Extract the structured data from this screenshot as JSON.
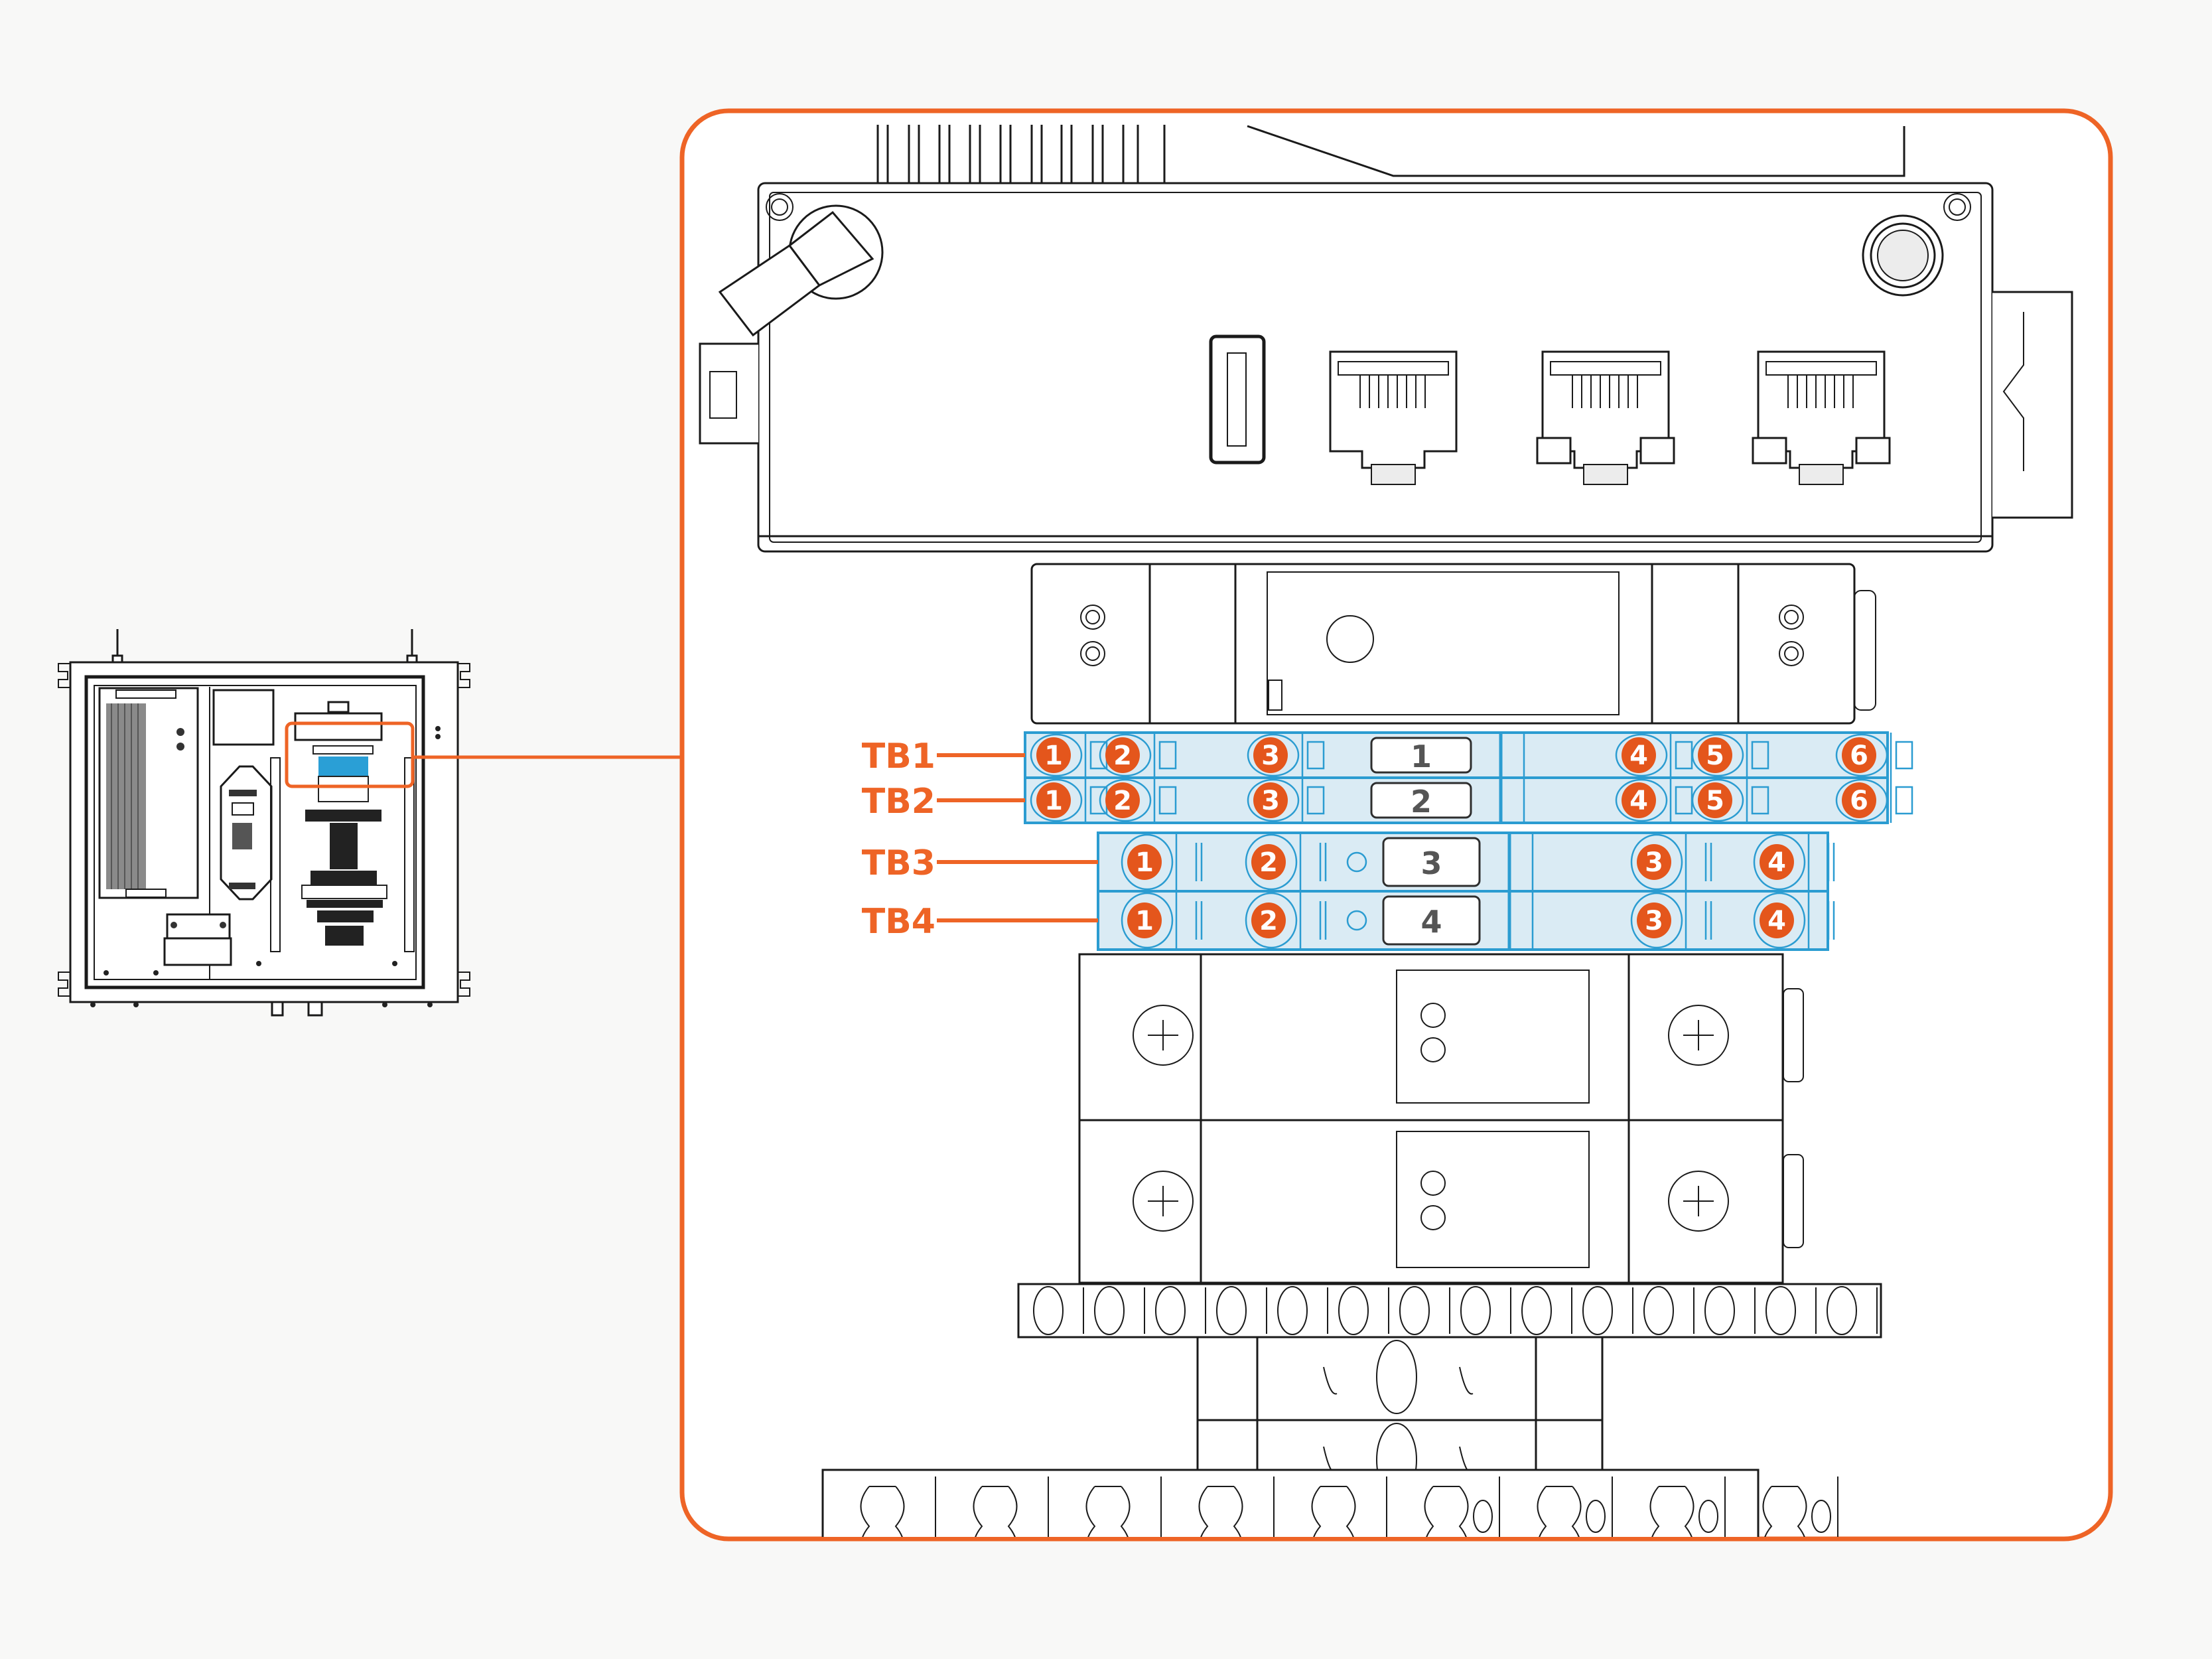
{
  "colors": {
    "accent": "#EE6426",
    "badge": "#E4561C",
    "terminal_block_fill": "#D7E9F3",
    "terminal_block_stroke": "#2B9CD1",
    "background": "#F8F8F7"
  },
  "overview": {
    "title": "Enclosure overview",
    "highlight": "terminal-block-region"
  },
  "detail": {
    "title": "Terminal block detail",
    "terminal_blocks": [
      {
        "label": "TB1",
        "tag": "1",
        "terminals": [
          "1",
          "2",
          "3",
          "4",
          "5",
          "6"
        ]
      },
      {
        "label": "TB2",
        "tag": "2",
        "terminals": [
          "1",
          "2",
          "3",
          "4",
          "5",
          "6"
        ]
      },
      {
        "label": "TB3",
        "tag": "3",
        "terminals": [
          "1",
          "2",
          "3",
          "4"
        ]
      },
      {
        "label": "TB4",
        "tag": "4",
        "terminals": [
          "1",
          "2",
          "3",
          "4"
        ]
      }
    ]
  },
  "icons": {
    "usb_port": "usb-port-icon",
    "ethernet_ports": [
      "ethernet-port-icon",
      "ethernet-port-icon",
      "ethernet-port-icon"
    ],
    "antenna": "antenna-connector-icon"
  }
}
